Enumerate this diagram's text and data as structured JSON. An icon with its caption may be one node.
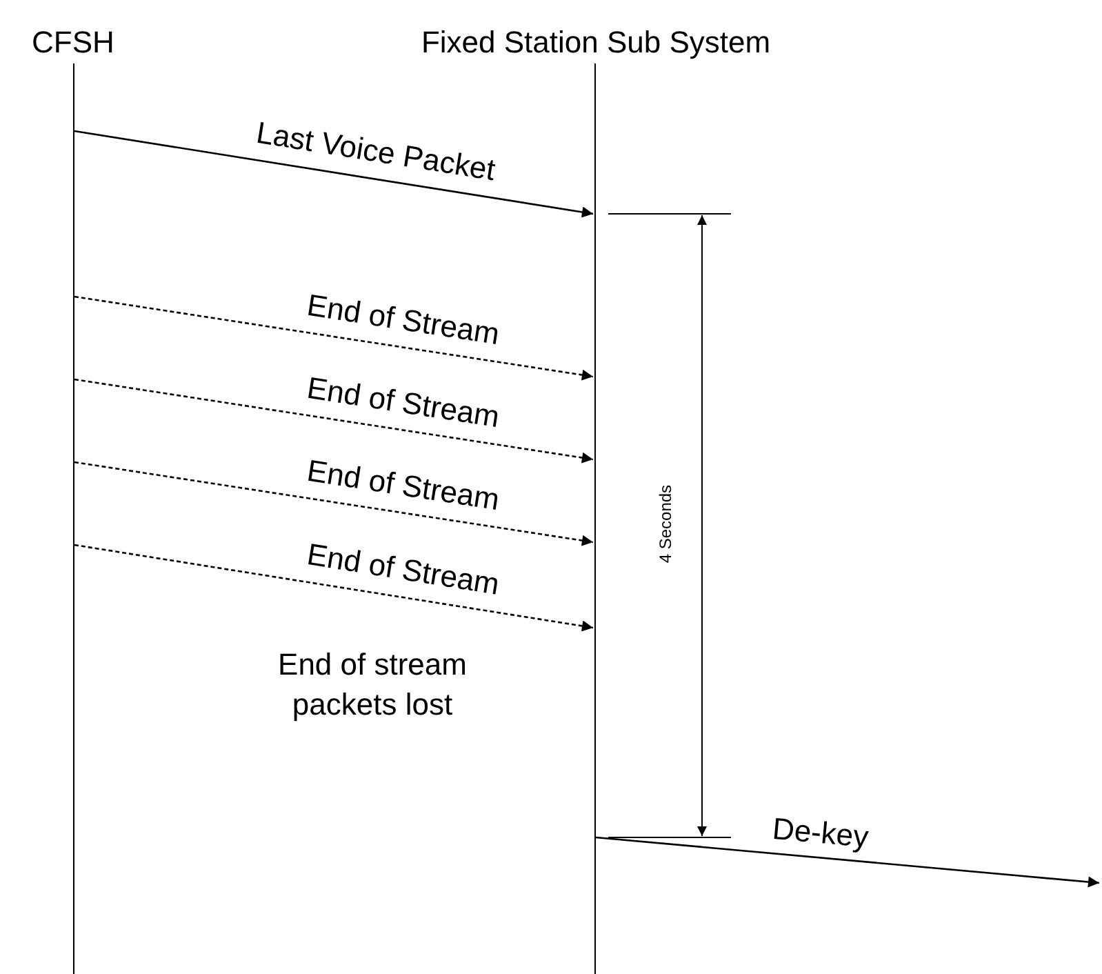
{
  "diagram": {
    "nodes": [
      {
        "text": [
          "CFSH"
        ]
      },
      {
        "text": [
          "Fixed Station Sub System"
        ]
      }
    ],
    "edges": [
      {
        "from": 0,
        "to": 1,
        "arrow": "to",
        "label": "Last Voice Packet"
      },
      {
        "from": 0,
        "to": 1,
        "arrow": "to",
        "label": "End of Stream",
        "style": "dashed"
      },
      {
        "from": 0,
        "to": 1,
        "arrow": "to",
        "label": "End of Stream",
        "style": "dashed"
      },
      {
        "from": 0,
        "to": 1,
        "arrow": "to",
        "label": "End of Stream",
        "style": "dashed"
      },
      {
        "from": 0,
        "to": 1,
        "arrow": "to",
        "label": "End of Stream",
        "style": "dashed"
      },
      {
        "from": 1,
        "to": null,
        "arrow": "to",
        "label": "De-key"
      }
    ],
    "labels": [
      "4 Seconds",
      "End of stream packets lost"
    ]
  }
}
